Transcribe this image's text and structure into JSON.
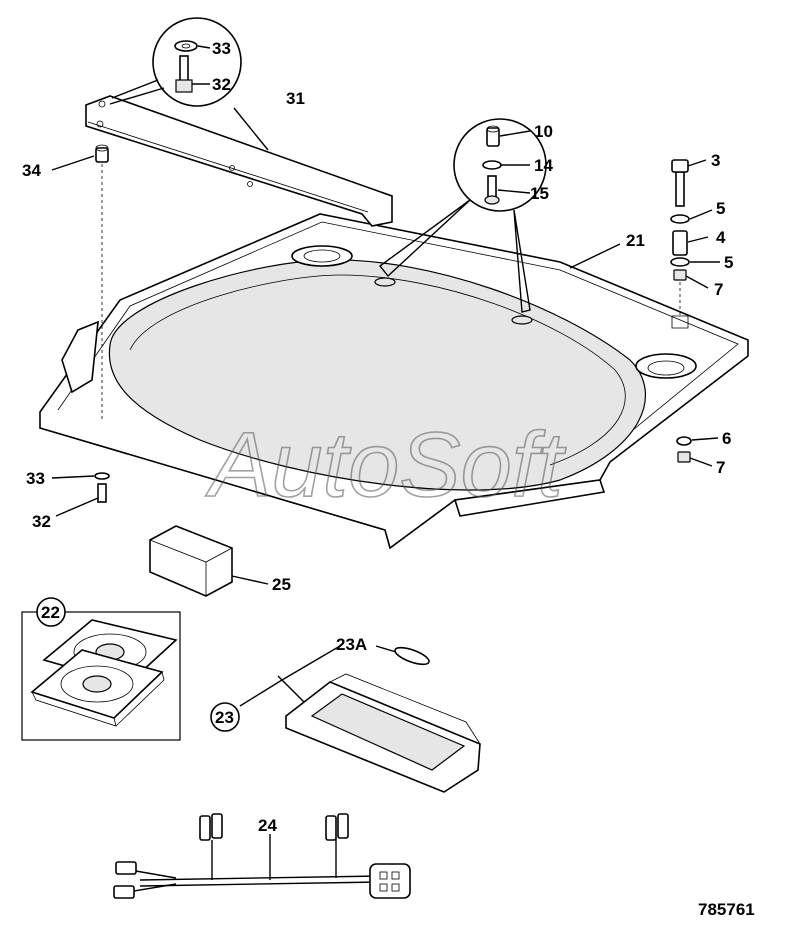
{
  "watermark": "AutoSoft",
  "figure_number": "785761",
  "callouts": {
    "c3": "3",
    "c4": "4",
    "c5a": "5",
    "c5b": "5",
    "c6": "6",
    "c7a": "7",
    "c7b": "7",
    "c10": "10",
    "c14": "14",
    "c15": "15",
    "c21": "21",
    "c22": "22",
    "c23": "23",
    "c23a": "23A",
    "c24": "24",
    "c25": "25",
    "c31": "31",
    "c32a": "32",
    "c32b": "32",
    "c33a": "33",
    "c33b": "33",
    "c34": "34"
  }
}
